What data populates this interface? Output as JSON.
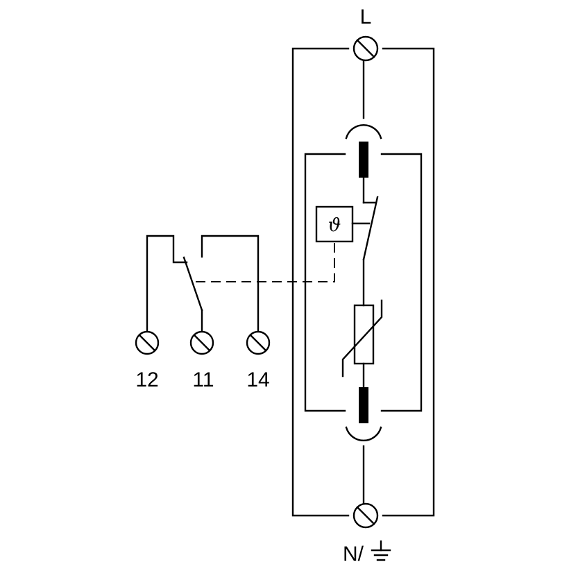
{
  "terminals": {
    "line": "L",
    "neutral": "N/",
    "contacts": [
      "12",
      "11",
      "14"
    ]
  },
  "thermal_symbol": "ϑ",
  "icons": {
    "ground": "ground-icon",
    "terminal": "screw-terminal-icon",
    "varistor": "varistor-icon",
    "fuse": "fuse-icon",
    "thermal": "thermal-disconnector-icon"
  },
  "colors": {
    "stroke": "#000000",
    "background": "#ffffff"
  }
}
